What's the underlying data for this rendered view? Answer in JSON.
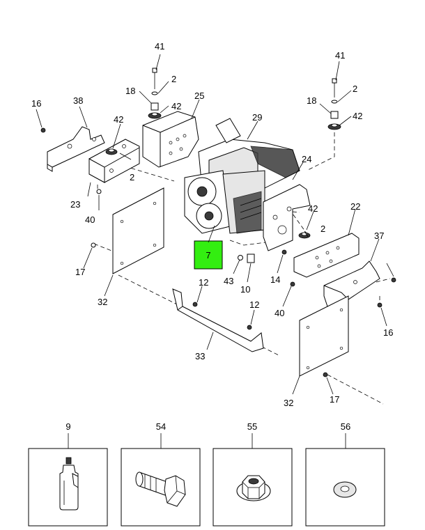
{
  "callouts": {
    "c2a": "2",
    "c2b": "2",
    "c2c": "2",
    "c2d": "2",
    "c7": "7",
    "c9": "9",
    "c10": "10",
    "c12a": "12",
    "c12b": "12",
    "c14": "14",
    "c16a": "16",
    "c16b": "16",
    "c17a": "17",
    "c17b": "17",
    "c18a": "18",
    "c18b": "18",
    "c22": "22",
    "c23": "23",
    "c24": "24",
    "c25": "25",
    "c29": "29",
    "c32a": "32",
    "c32b": "32",
    "c33": "33",
    "c37": "37",
    "c38": "38",
    "c40a": "40",
    "c40b": "40",
    "c41a": "41",
    "c41b": "41",
    "c42a": "42",
    "c42b": "42",
    "c42c": "42",
    "c42d": "42",
    "c43": "43",
    "c54": "54",
    "c55": "55",
    "c56": "56"
  },
  "highlight_color": "#33ee11"
}
